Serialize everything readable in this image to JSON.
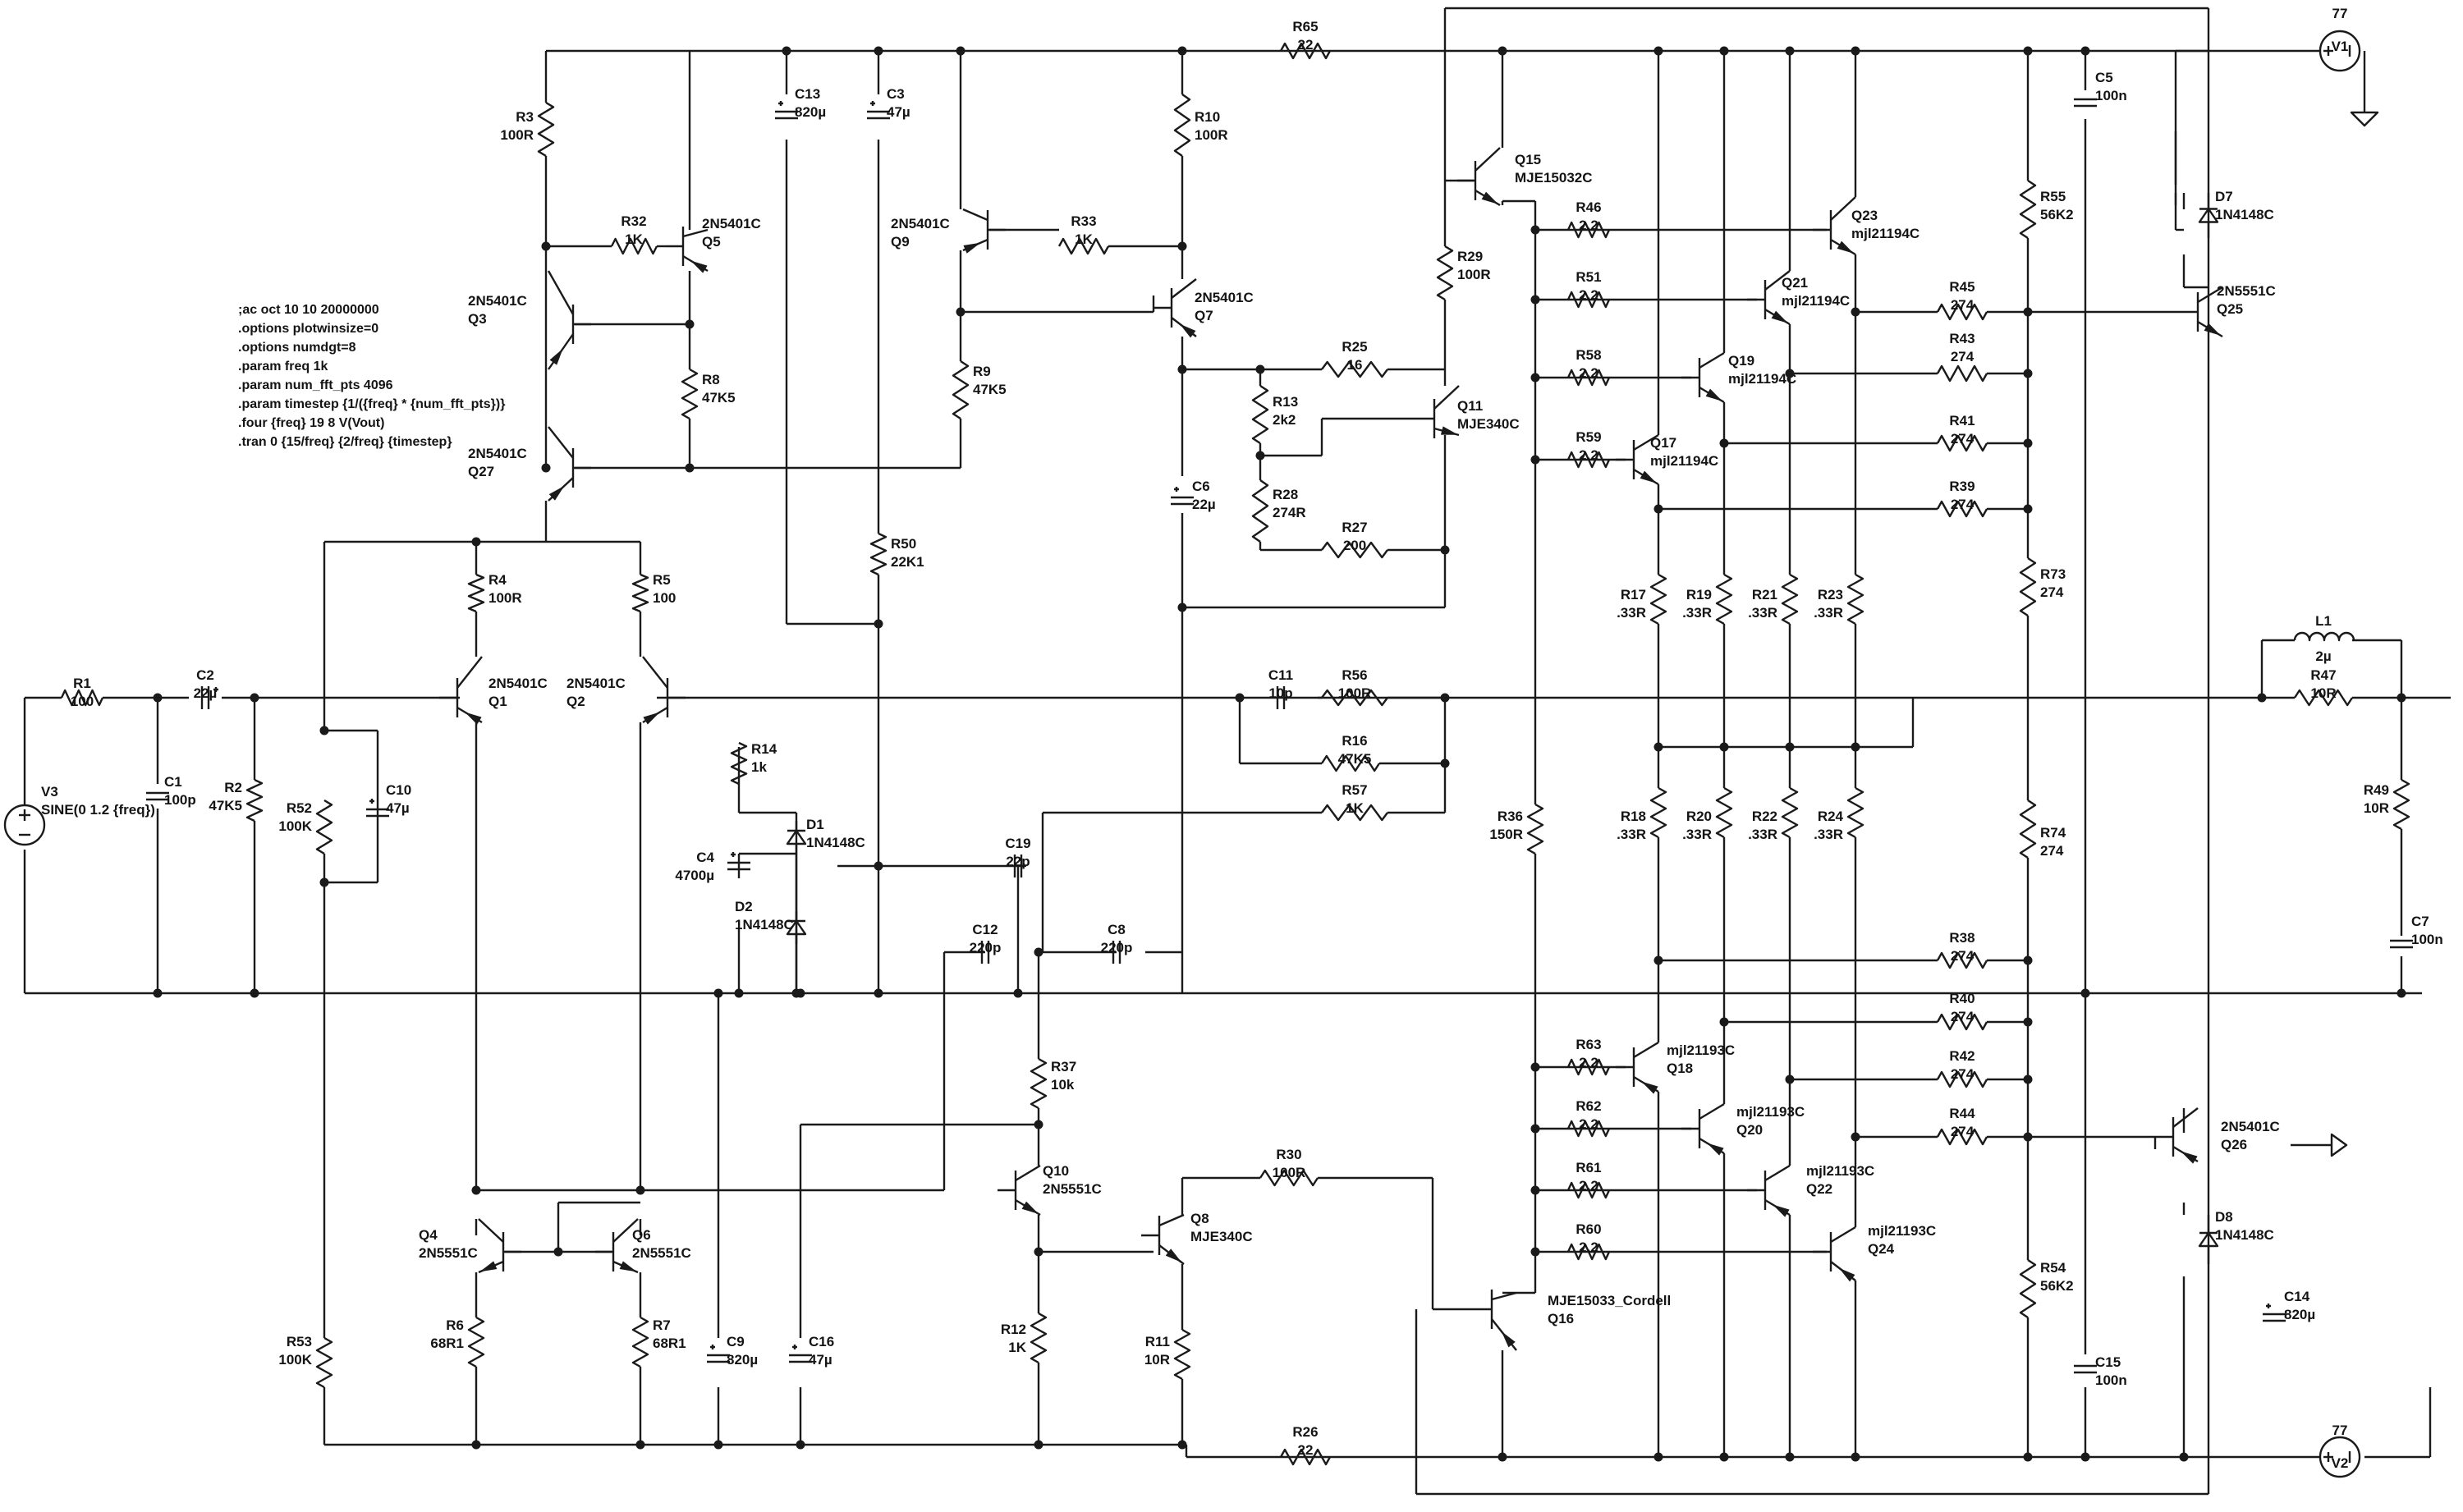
{
  "directives": [
    ";ac oct 10 10 20000000",
    ".options plotwinsize=0",
    ".options numdgt=8",
    ".param freq 1k",
    ".param num_fft_pts 4096",
    ".param timestep {1/({freq} * {num_fft_pts})}",
    ".four {freq} 19 8 V(Vout)",
    ".tran 0 {15/freq} {2/freq} {timestep}"
  ],
  "sources": {
    "V1": {
      "name": "V1",
      "value": "77"
    },
    "V2": {
      "name": "V2",
      "value": "77"
    },
    "V3": {
      "name": "V3",
      "value": "SINE(0 1.2 {freq})"
    }
  },
  "resistors": {
    "R1": {
      "name": "R1",
      "value": "100"
    },
    "R2": {
      "name": "R2",
      "value": "47K5"
    },
    "R3": {
      "name": "R3",
      "value": "100R"
    },
    "R4": {
      "name": "R4",
      "value": "100R"
    },
    "R5": {
      "name": "R5",
      "value": "100"
    },
    "R6": {
      "name": "R6",
      "value": "68R1"
    },
    "R7": {
      "name": "R7",
      "value": "68R1"
    },
    "R8": {
      "name": "R8",
      "value": "47K5"
    },
    "R9": {
      "name": "R9",
      "value": "47K5"
    },
    "R10": {
      "name": "R10",
      "value": "100R"
    },
    "R11": {
      "name": "R11",
      "value": "10R"
    },
    "R12": {
      "name": "R12",
      "value": "1K"
    },
    "R13": {
      "name": "R13",
      "value": "2k2"
    },
    "R14": {
      "name": "R14",
      "value": "1k"
    },
    "R16": {
      "name": "R16",
      "value": "47K5"
    },
    "R17": {
      "name": "R17",
      "value": ".33R"
    },
    "R18": {
      "name": "R18",
      "value": ".33R"
    },
    "R19": {
      "name": "R19",
      "value": ".33R"
    },
    "R20": {
      "name": "R20",
      "value": ".33R"
    },
    "R21": {
      "name": "R21",
      "value": ".33R"
    },
    "R22": {
      "name": "R22",
      "value": ".33R"
    },
    "R23": {
      "name": "R23",
      "value": ".33R"
    },
    "R24": {
      "name": "R24",
      "value": ".33R"
    },
    "R25": {
      "name": "R25",
      "value": "16"
    },
    "R26": {
      "name": "R26",
      "value": "22"
    },
    "R27": {
      "name": "R27",
      "value": "200"
    },
    "R28": {
      "name": "R28",
      "value": "274R"
    },
    "R29": {
      "name": "R29",
      "value": "100R"
    },
    "R30": {
      "name": "R30",
      "value": "100R"
    },
    "R32": {
      "name": "R32",
      "value": "1K"
    },
    "R33": {
      "name": "R33",
      "value": "1K"
    },
    "R36": {
      "name": "R36",
      "value": "150R"
    },
    "R37": {
      "name": "R37",
      "value": "10k"
    },
    "R38": {
      "name": "R38",
      "value": "274"
    },
    "R39": {
      "name": "R39",
      "value": "274"
    },
    "R40": {
      "name": "R40",
      "value": "274"
    },
    "R41": {
      "name": "R41",
      "value": "274"
    },
    "R42": {
      "name": "R42",
      "value": "274"
    },
    "R43": {
      "name": "R43",
      "value": "274"
    },
    "R44": {
      "name": "R44",
      "value": "274"
    },
    "R45": {
      "name": "R45",
      "value": "274"
    },
    "R46": {
      "name": "R46",
      "value": "2.2"
    },
    "R47": {
      "name": "R47",
      "value": "10R"
    },
    "R49": {
      "name": "R49",
      "value": "10R"
    },
    "R50": {
      "name": "R50",
      "value": "22K1"
    },
    "R51": {
      "name": "R51",
      "value": "2.2"
    },
    "R52": {
      "name": "R52",
      "value": "100K"
    },
    "R53": {
      "name": "R53",
      "value": "100K"
    },
    "R54": {
      "name": "R54",
      "value": "56K2"
    },
    "R55": {
      "name": "R55",
      "value": "56K2"
    },
    "R56": {
      "name": "R56",
      "value": "100R"
    },
    "R57": {
      "name": "R57",
      "value": "1K"
    },
    "R58": {
      "name": "R58",
      "value": "2.2"
    },
    "R59": {
      "name": "R59",
      "value": "2.2"
    },
    "R60": {
      "name": "R60",
      "value": "2.2"
    },
    "R61": {
      "name": "R61",
      "value": "2.2"
    },
    "R62": {
      "name": "R62",
      "value": "2.2"
    },
    "R63": {
      "name": "R63",
      "value": "2.2"
    },
    "R65": {
      "name": "R65",
      "value": "22"
    },
    "R73": {
      "name": "R73",
      "value": "274"
    },
    "R74": {
      "name": "R74",
      "value": "274"
    }
  },
  "capacitors": {
    "C1": {
      "name": "C1",
      "value": "100p"
    },
    "C2": {
      "name": "C2",
      "value": "22µ"
    },
    "C3": {
      "name": "C3",
      "value": "47µ"
    },
    "C4": {
      "name": "C4",
      "value": "4700µ"
    },
    "C5": {
      "name": "C5",
      "value": "100n"
    },
    "C6": {
      "name": "C6",
      "value": "22µ"
    },
    "C7": {
      "name": "C7",
      "value": "100n"
    },
    "C8": {
      "name": "C8",
      "value": "220p"
    },
    "C9": {
      "name": "C9",
      "value": "820µ"
    },
    "C10": {
      "name": "C10",
      "value": "47µ"
    },
    "C11": {
      "name": "C11",
      "value": "10p"
    },
    "C12": {
      "name": "C12",
      "value": "220p"
    },
    "C13": {
      "name": "C13",
      "value": "820µ"
    },
    "C14": {
      "name": "C14",
      "value": "820µ"
    },
    "C15": {
      "name": "C15",
      "value": "100n"
    },
    "C16": {
      "name": "C16",
      "value": "47µ"
    },
    "C19": {
      "name": "C19",
      "value": "22p"
    }
  },
  "transistors": {
    "Q1": {
      "name": "Q1",
      "model": "2N5401C"
    },
    "Q2": {
      "name": "Q2",
      "model": "2N5401C"
    },
    "Q3": {
      "name": "Q3",
      "model": "2N5401C"
    },
    "Q4": {
      "name": "Q4",
      "model": "2N5551C"
    },
    "Q5": {
      "name": "Q5",
      "model": "2N5401C"
    },
    "Q6": {
      "name": "Q6",
      "model": "2N5551C"
    },
    "Q7": {
      "name": "Q7",
      "model": "2N5401C"
    },
    "Q8": {
      "name": "Q8",
      "model": "MJE340C"
    },
    "Q9": {
      "name": "Q9",
      "model": "2N5401C"
    },
    "Q10": {
      "name": "Q10",
      "model": "2N5551C"
    },
    "Q11": {
      "name": "Q11",
      "model": "MJE340C"
    },
    "Q15": {
      "name": "Q15",
      "model": "MJE15032C"
    },
    "Q16": {
      "name": "Q16",
      "model": "MJE15033_Cordell"
    },
    "Q17": {
      "name": "Q17",
      "model": "mjl21194C"
    },
    "Q18": {
      "name": "Q18",
      "model": "mjl21193C"
    },
    "Q19": {
      "name": "Q19",
      "model": "mjl21194C"
    },
    "Q20": {
      "name": "Q20",
      "model": "mjl21193C"
    },
    "Q21": {
      "name": "Q21",
      "model": "mjl21194C"
    },
    "Q22": {
      "name": "Q22",
      "model": "mjl21193C"
    },
    "Q23": {
      "name": "Q23",
      "model": "mjl21194C"
    },
    "Q24": {
      "name": "Q24",
      "model": "mjl21193C"
    },
    "Q25": {
      "name": "Q25",
      "model": "2N5551C"
    },
    "Q27": {
      "name": "Q27",
      "model": "2N5401C"
    },
    "Q26": {
      "name": "Q26",
      "model": "2N5401C"
    }
  },
  "diodes": {
    "D1": {
      "name": "D1",
      "model": "1N4148C"
    },
    "D2": {
      "name": "D2",
      "model": "1N4148C"
    },
    "D7": {
      "name": "D7",
      "model": "1N4148C"
    },
    "D8": {
      "name": "D8",
      "model": "1N4148C"
    }
  },
  "inductors": {
    "L1": {
      "name": "L1",
      "value": "2µ"
    }
  }
}
